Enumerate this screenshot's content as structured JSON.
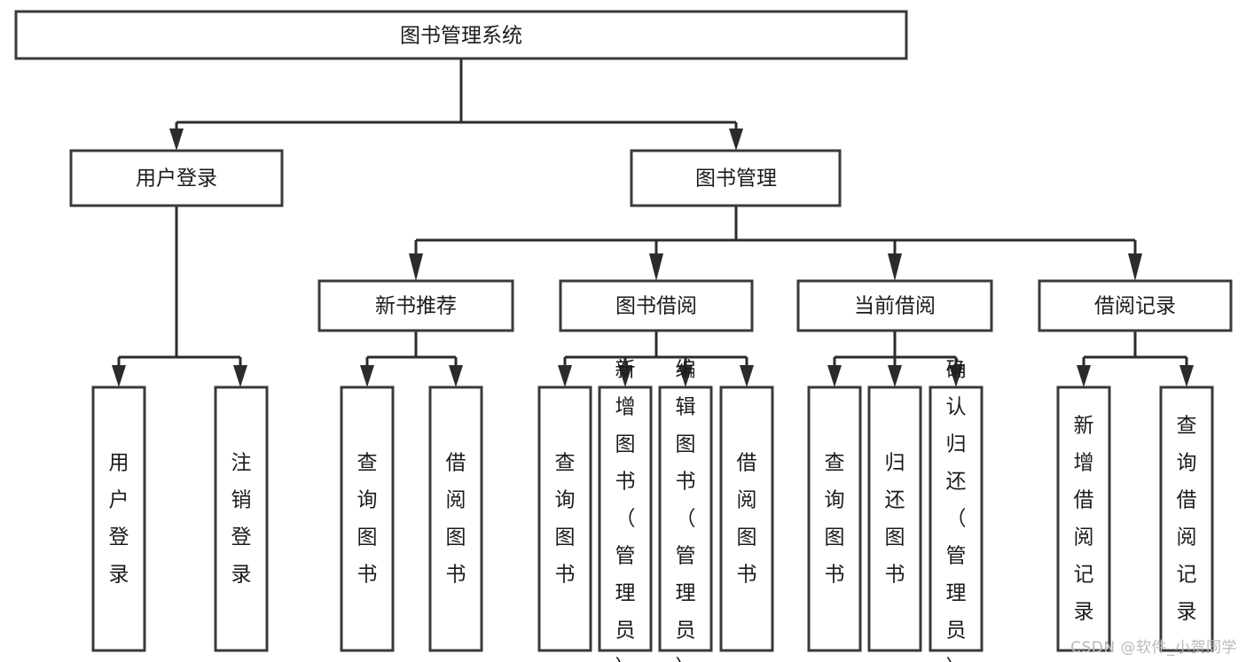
{
  "diagram": {
    "type": "tree",
    "title": "图书管理系统",
    "watermark": "CSDN @软件_小贺同学",
    "levels": {
      "root": {
        "label": "图书管理系统"
      },
      "level2": [
        {
          "id": "user-login",
          "label": "用户登录"
        },
        {
          "id": "book-management",
          "label": "图书管理"
        }
      ],
      "level3": [
        {
          "id": "new-book-recommend",
          "label": "新书推荐",
          "parent": "book-management"
        },
        {
          "id": "book-borrow",
          "label": "图书借阅",
          "parent": "book-management"
        },
        {
          "id": "current-borrow",
          "label": "当前借阅",
          "parent": "book-management"
        },
        {
          "id": "borrow-record",
          "label": "借阅记录",
          "parent": "book-management"
        }
      ],
      "leaves": [
        {
          "id": "leaf-user-login",
          "label": "用户登录",
          "parent": "user-login"
        },
        {
          "id": "leaf-logout-login",
          "label": "注销登录",
          "parent": "user-login"
        },
        {
          "id": "leaf-query-book-1",
          "label": "查询图书",
          "parent": "new-book-recommend"
        },
        {
          "id": "leaf-borrow-book-1",
          "label": "借阅图书",
          "parent": "new-book-recommend"
        },
        {
          "id": "leaf-query-book-2",
          "label": "查询图书",
          "parent": "book-borrow"
        },
        {
          "id": "leaf-add-book-admin",
          "label": "新增图书（管理员）",
          "parent": "book-borrow"
        },
        {
          "id": "leaf-edit-book-admin",
          "label": "编辑图书（管理员）",
          "parent": "book-borrow"
        },
        {
          "id": "leaf-borrow-book-2",
          "label": "借阅图书",
          "parent": "book-borrow"
        },
        {
          "id": "leaf-query-book-3",
          "label": "查询图书",
          "parent": "current-borrow"
        },
        {
          "id": "leaf-return-book",
          "label": "归还图书",
          "parent": "current-borrow"
        },
        {
          "id": "leaf-confirm-return-admin",
          "label": "确认归还（管理员）",
          "parent": "current-borrow"
        },
        {
          "id": "leaf-add-borrow-record",
          "label": "新增借阅记录",
          "parent": "borrow-record"
        },
        {
          "id": "leaf-query-borrow-record",
          "label": "查询借阅记录",
          "parent": "borrow-record"
        }
      ]
    },
    "colors": {
      "box_stroke": "#3a3a3a",
      "connector": "#2b2b2b",
      "text": "#1b1b1b",
      "background": "#ffffff",
      "watermark": "#b9b9b9"
    }
  }
}
